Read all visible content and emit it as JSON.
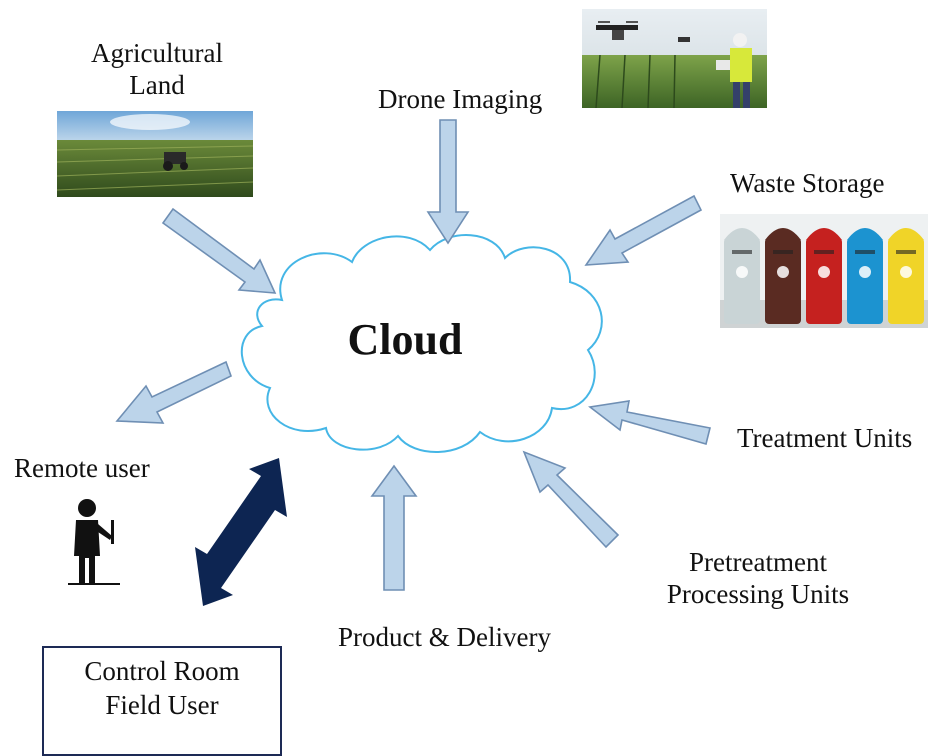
{
  "center": {
    "label": "Cloud"
  },
  "nodes": {
    "agricultural_land": {
      "line1": "Agricultural",
      "line2": "Land",
      "icon": "farmland-tractor-photo"
    },
    "drone_imaging": {
      "label": "Drone Imaging",
      "icon": "drone-field-photo"
    },
    "waste_storage": {
      "label": "Waste Storage",
      "icon": "waste-bins-photo",
      "bin_colors": [
        "#c9d4d6",
        "#5a2b22",
        "#c5211f",
        "#1c93d0",
        "#f0d428"
      ]
    },
    "treatment_units": {
      "label": "Treatment Units"
    },
    "pretreatment": {
      "line1": "Pretreatment",
      "line2": "Processing Units"
    },
    "product_delivery": {
      "label": "Product & Delivery"
    },
    "remote_user": {
      "label": "Remote user",
      "icon": "person-silhouette-icon"
    },
    "control_room": {
      "line1": "Control Room",
      "line2": "Field User"
    }
  },
  "colors": {
    "arrow_fill": "#bcd4ea",
    "arrow_stroke": "#6f8fb4",
    "cloud_stroke": "#45b6e6",
    "double_arrow": "#0d2552",
    "box_border": "#1d2a55"
  }
}
